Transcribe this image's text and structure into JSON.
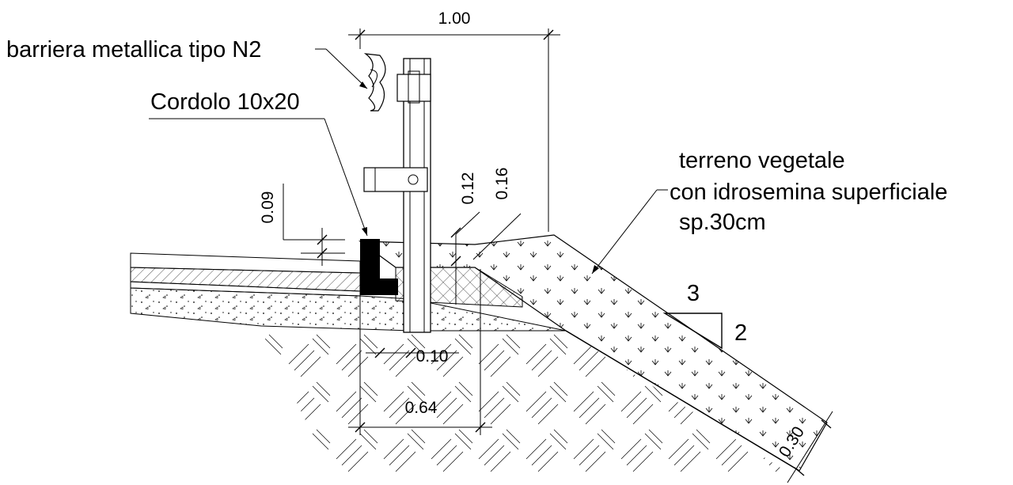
{
  "labels": {
    "barrier": "barriera metallica tipo N2",
    "curb": "Cordolo 10x20",
    "soil_line1": "terreno vegetale",
    "soil_line2": "con idrosemina superficiale",
    "soil_line3": "sp.30cm"
  },
  "dimensions": {
    "top_width": "1.00",
    "curb_height": "0.09",
    "d012": "0.12",
    "d016": "0.16",
    "d010": "0.10",
    "d064": "0.64",
    "d030": "0.30"
  },
  "slope": {
    "run": "3",
    "rise": "2"
  }
}
